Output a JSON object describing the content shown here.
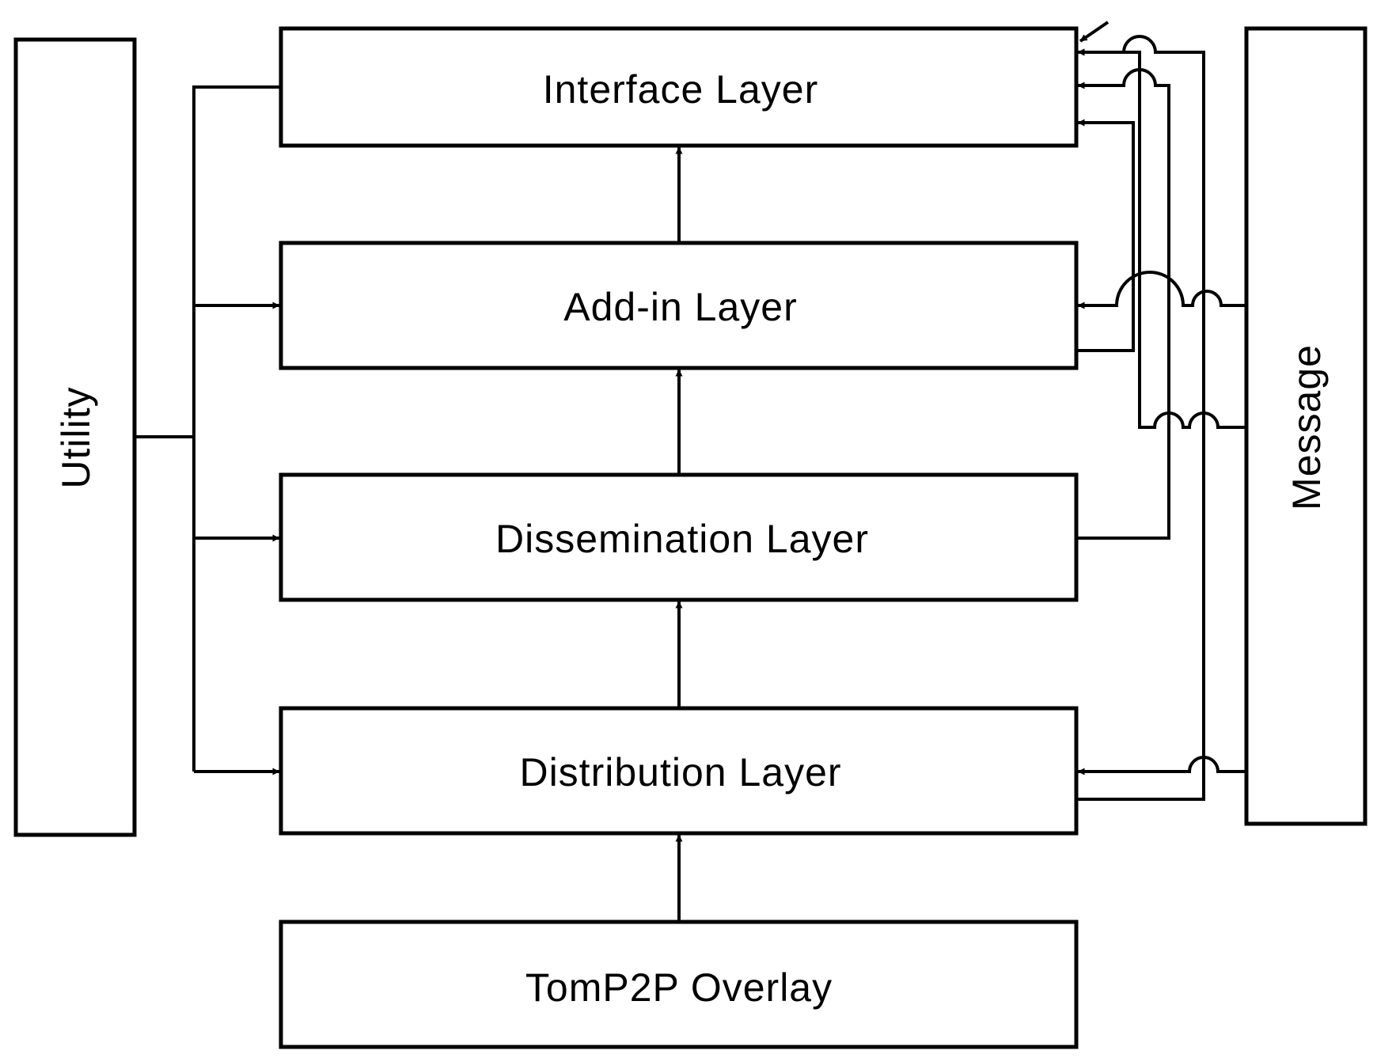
{
  "diagram": {
    "colors": {
      "stroke": "#000000",
      "fill": "#ffffff",
      "background": "#ffffff"
    },
    "layers": {
      "interface": "Interface Layer",
      "addin": "Add-in Layer",
      "dissemination": "Dissemination Layer",
      "distribution": "Distribution Layer",
      "overlay": "TomP2P Overlay"
    },
    "side_modules": {
      "utility": "Utility",
      "message": "Message"
    }
  }
}
